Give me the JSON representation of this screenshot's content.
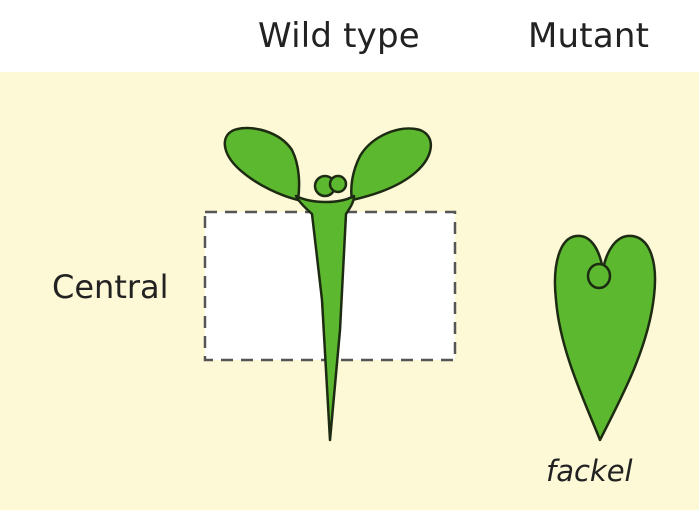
{
  "headers": {
    "wild_type": "Wild type",
    "mutant": "Mutant"
  },
  "region_label": "Central",
  "mutant_caption": "fackel",
  "colors": {
    "background_panel": "#fdf8d6",
    "seedling_fill": "#5cb82e",
    "outline": "#1c2b12",
    "dashed_box_fill": "#ffffff",
    "dashed_box_stroke": "#555555"
  },
  "icons": {
    "wild_type_seedling": "wild-type-seedling-icon",
    "mutant_seedling": "fackel-mutant-seedling-icon"
  }
}
